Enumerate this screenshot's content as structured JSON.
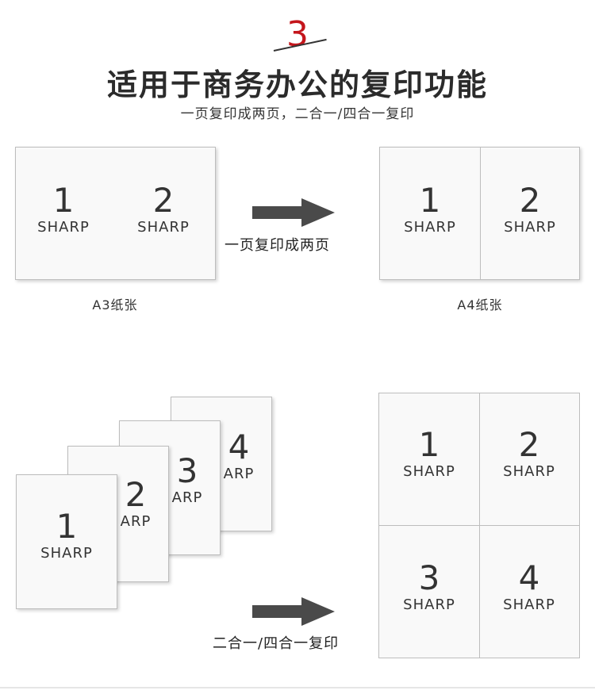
{
  "header": {
    "step_number": "3",
    "title": "适用于商务办公的复印功能",
    "subtitle": "一页复印成两页，二合一/四合一复印"
  },
  "brand_label": "SHARP",
  "section_split": {
    "source_pages": [
      "1",
      "2"
    ],
    "result_pages": [
      "1",
      "2"
    ],
    "arrow_caption": "一页复印成两页",
    "source_size_label": "A3纸张",
    "result_size_label": "A4纸张"
  },
  "section_combine": {
    "stacked_pages": [
      "1",
      "2",
      "3",
      "4"
    ],
    "stacked_fragments": {
      "page2": {
        "num": "2",
        "brand": "ARP"
      },
      "page3": {
        "num": "3",
        "brand": "ARP"
      },
      "page4": {
        "num": "4",
        "brand": "ARP"
      }
    },
    "result_pages": [
      "1",
      "2",
      "3",
      "4"
    ],
    "arrow_caption": "二合一/四合一复印"
  },
  "colors": {
    "accent": "#c4161c",
    "arrow": "#4a4a4a",
    "paper": "#f9f9f9",
    "border": "#bdbdbd"
  }
}
